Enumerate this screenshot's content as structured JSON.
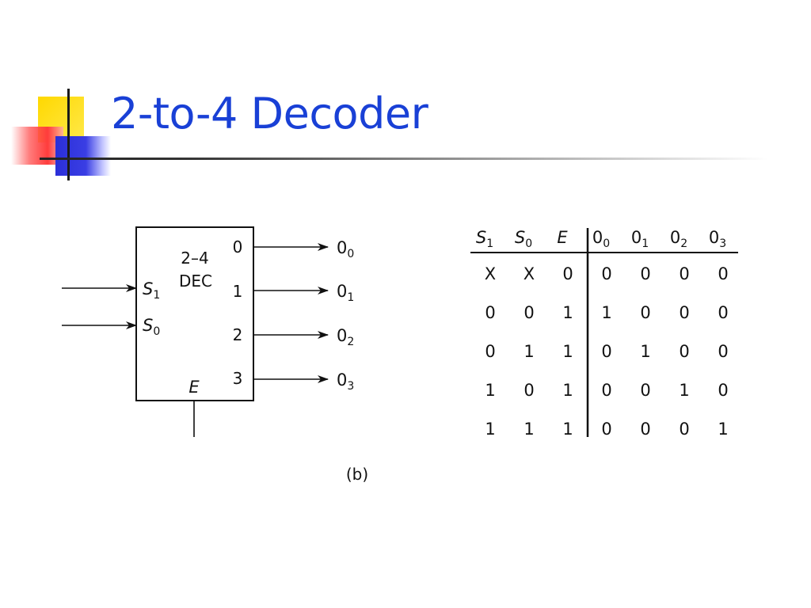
{
  "slide": {
    "title": "2-to-4 Decoder"
  },
  "block": {
    "label_line1": "2–4",
    "label_line2": "DEC",
    "inputs": [
      {
        "name": "S",
        "sub": "1"
      },
      {
        "name": "S",
        "sub": "0"
      }
    ],
    "enable": "E",
    "output_pins": [
      "0",
      "1",
      "2",
      "3"
    ],
    "outputs": [
      {
        "name": "0",
        "sub": "0"
      },
      {
        "name": "0",
        "sub": "1"
      },
      {
        "name": "0",
        "sub": "2"
      },
      {
        "name": "0",
        "sub": "3"
      }
    ],
    "caption": "(b)"
  },
  "truth_table": {
    "headers": [
      {
        "name": "S",
        "sub": "1",
        "italic": true
      },
      {
        "name": "S",
        "sub": "0",
        "italic": true
      },
      {
        "name": "E",
        "sub": "",
        "italic": true
      },
      {
        "name": "0",
        "sub": "0",
        "italic": false
      },
      {
        "name": "0",
        "sub": "1",
        "italic": false
      },
      {
        "name": "0",
        "sub": "2",
        "italic": false
      },
      {
        "name": "0",
        "sub": "3",
        "italic": false
      }
    ],
    "rows": [
      [
        "X",
        "X",
        "0",
        "0",
        "0",
        "0",
        "0"
      ],
      [
        "0",
        "0",
        "1",
        "1",
        "0",
        "0",
        "0"
      ],
      [
        "0",
        "1",
        "1",
        "0",
        "1",
        "0",
        "0"
      ],
      [
        "1",
        "0",
        "1",
        "0",
        "0",
        "1",
        "0"
      ],
      [
        "1",
        "1",
        "1",
        "0",
        "0",
        "0",
        "1"
      ]
    ]
  }
}
